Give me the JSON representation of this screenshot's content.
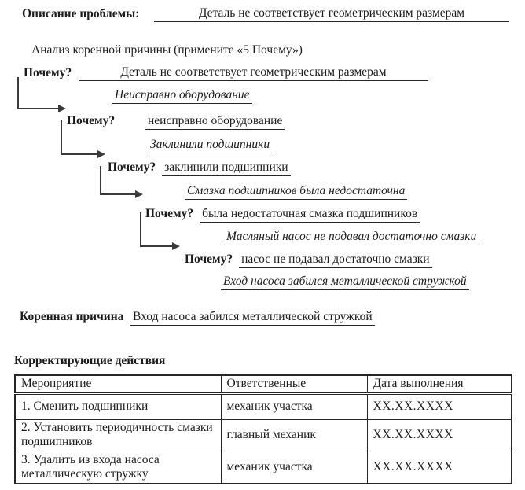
{
  "document": {
    "problem": {
      "label": "Описание проблемы:",
      "value": "Деталь не соответствует геометрическим размерам"
    },
    "analysis_heading": "Анализ коренной причины (примените «5 Почему»)",
    "whys": [
      {
        "label": "Почему?",
        "answer": "Деталь не соответствует геометрическим размерам",
        "next_cause": "Неисправно оборудование"
      },
      {
        "label": "Почему?",
        "answer": "неисправно оборудование",
        "next_cause": "Заклинили подшипники"
      },
      {
        "label": "Почему?",
        "answer": "заклинили подшипники",
        "next_cause": "Смазка подшипников была недостаточна"
      },
      {
        "label": "Почему?",
        "answer": "была недостаточная смазка подшипников",
        "next_cause": "Масляный насос не подавал достаточно смазки"
      },
      {
        "label": "Почему?",
        "answer": "насос не подавал достаточно смазки",
        "next_cause": "Вход насоса забился металлической стружкой"
      }
    ],
    "root_cause": {
      "label": "Коренная причина",
      "value": "Вход насоса забился металлической стружкой"
    },
    "corrective_actions": {
      "heading": "Корректирующие действия",
      "table": {
        "headers": [
          "Мероприятие",
          "Ответственные",
          "Дата выполнения"
        ],
        "rows": [
          {
            "action": "1. Сменить подшипники",
            "responsible": "механик участка",
            "date": "ХХ.ХХ.ХХХХ"
          },
          {
            "action": "2. Установить периодичность смазки подшипников",
            "responsible": "главный механик",
            "date": "ХХ.ХХ.ХХХХ"
          },
          {
            "action": "3. Удалить из входа насоса металлическую стружку",
            "responsible": "механик участка",
            "date": "ХХ.ХХ.ХХХХ"
          }
        ]
      }
    },
    "colors": {
      "ink": "#1b1b1b",
      "line": "#262626",
      "arrow": "#3a3a3a",
      "background": "#ffffff"
    }
  }
}
